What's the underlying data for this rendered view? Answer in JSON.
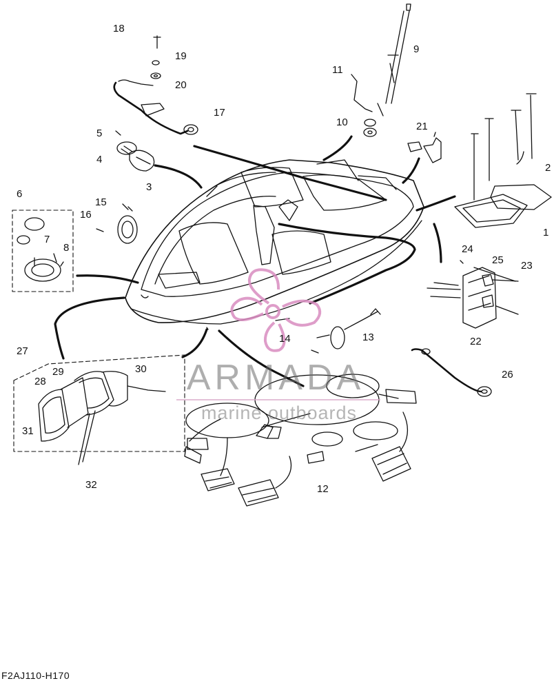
{
  "diagram": {
    "drawing_code": "F2AJ110-H170",
    "watermark": {
      "brand": "ARMADA",
      "tagline": "marine outboards",
      "accent_color": "#d98cc0"
    },
    "callouts": [
      "1",
      "2",
      "3",
      "4",
      "5",
      "6",
      "7",
      "8",
      "9",
      "10",
      "11",
      "12",
      "13",
      "14",
      "15",
      "16",
      "17",
      "18",
      "19",
      "20",
      "21",
      "22",
      "23",
      "24",
      "25",
      "26",
      "27",
      "28",
      "29",
      "30",
      "31",
      "32"
    ]
  }
}
